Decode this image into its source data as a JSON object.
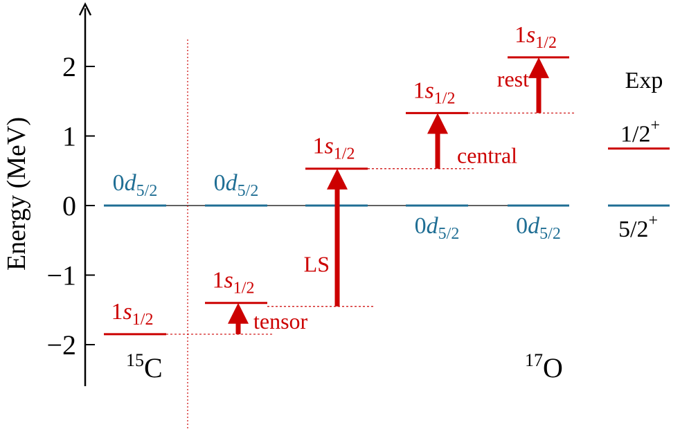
{
  "chart_data": {
    "type": "level-diagram",
    "ylabel": "Energy (MeV)",
    "ylim": [
      -2.6,
      2.9
    ],
    "yticks": [
      {
        "value": 2,
        "label": "2"
      },
      {
        "value": 1,
        "label": "1"
      },
      {
        "value": 0,
        "label": "0"
      },
      {
        "value": -1,
        "label": "−1"
      },
      {
        "value": -2,
        "label": "−2"
      }
    ],
    "colors": {
      "s_level": "#cc0000",
      "d_level": "#1f6e94",
      "axis": "#000000",
      "text": "#000000"
    },
    "nucleus_left": {
      "sup": "15",
      "base": "C"
    },
    "nucleus_right": {
      "sup": "17",
      "base": "O"
    },
    "columns": [
      {
        "s_energy": -1.85,
        "s_label": {
          "main": "1",
          "italic": "s",
          "sub": "1/2"
        },
        "d_energy": 0.0,
        "d_label": {
          "main": "0",
          "italic": "d",
          "sub": "5/2"
        },
        "d_label_pos": "above"
      },
      {
        "s_energy": -1.4,
        "s_label": {
          "main": "1",
          "italic": "s",
          "sub": "1/2"
        },
        "d_energy": 0.0,
        "d_label": {
          "main": "0",
          "italic": "d",
          "sub": "5/2"
        },
        "d_label_pos": "above"
      },
      {
        "s_energy": 0.53,
        "s_label": {
          "main": "1",
          "italic": "s",
          "sub": "1/2"
        },
        "d_energy": 0.0,
        "d_label": null
      },
      {
        "s_energy": 1.33,
        "s_label": {
          "main": "1",
          "italic": "s",
          "sub": "1/2"
        },
        "d_energy": 0.0,
        "d_label": {
          "main": "0",
          "italic": "d",
          "sub": "5/2"
        },
        "d_label_pos": "below"
      },
      {
        "s_energy": 2.13,
        "s_label": {
          "main": "1",
          "italic": "s",
          "sub": "1/2"
        },
        "d_energy": 0.0,
        "d_label": {
          "main": "0",
          "italic": "d",
          "sub": "5/2"
        },
        "d_label_pos": "below"
      }
    ],
    "steps": [
      {
        "label": "tensor",
        "from_energy": -1.85,
        "to_energy": -1.4
      },
      {
        "label": "LS",
        "from_energy": -1.45,
        "to_energy": 0.53
      },
      {
        "label": "central",
        "from_energy": 0.53,
        "to_energy": 1.33
      },
      {
        "label": "rest",
        "from_energy": 1.33,
        "to_energy": 2.13
      }
    ],
    "experiment": {
      "header": "Exp",
      "s_energy": 0.82,
      "s_spin": {
        "main": "1/2",
        "sup": "+"
      },
      "d_energy": 0.0,
      "d_spin": {
        "main": "5/2",
        "sup": "+"
      }
    }
  }
}
